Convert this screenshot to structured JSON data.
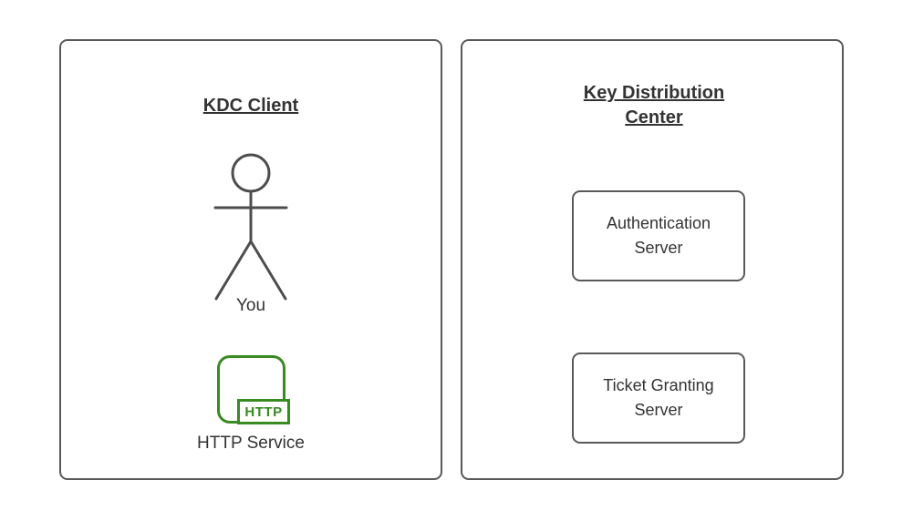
{
  "colors": {
    "panel_border": "#595959",
    "figure_stroke": "#4d4d4d",
    "text": "#333333",
    "http_green": "#3a8a22",
    "background": "#ffffff"
  },
  "left_panel": {
    "title": "KDC Client",
    "actor_label": "You",
    "http_badge": "HTTP",
    "service_label": "HTTP Service"
  },
  "right_panel": {
    "title": "Key Distribution Center",
    "boxes": [
      {
        "label": "Authentication Server"
      },
      {
        "label": "Ticket Granting Server"
      }
    ]
  }
}
